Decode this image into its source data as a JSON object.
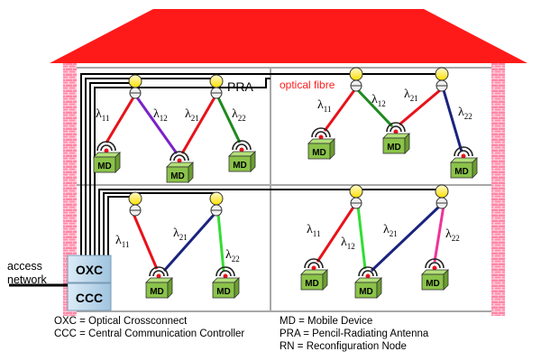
{
  "labels": {
    "pra": "PRA",
    "optical_fibre": "optical fibre",
    "oxc": "OXC",
    "ccc": "CCC",
    "md": "MD",
    "access_line1": "access",
    "access_line2": "network"
  },
  "wavelengths": {
    "r1_a": [
      "11",
      "12",
      "21",
      "22"
    ],
    "r2_a": [
      "11",
      "12",
      "21",
      "22"
    ],
    "r3_a": [
      "11",
      "21",
      "22"
    ],
    "r4_a": [
      "11",
      "12",
      "21",
      "22"
    ]
  },
  "legend": {
    "left": [
      "OXC = Optical Crossconnect",
      "CCC = Central Communication Controller"
    ],
    "right": [
      "MD = Mobile Device",
      "PRA = Pencil-Radiating Antenna",
      "RN = Reconfiguration Node"
    ]
  },
  "colors": {
    "roof": "#ff1a1a",
    "wall": "#ff6f8f",
    "floor": "#b0b0b0",
    "md_box": "#8bc34a",
    "node_fill": "#ffee33",
    "link_red": "#e8121a",
    "link_purple": "#7a22c8",
    "link_green": "#1f8a1f",
    "link_blue": "#1a237e",
    "link_lightgreen": "#33dd33",
    "link_pink": "#ee3399",
    "oxc_box": "#b9d7ea",
    "fibre_label": "#ff2020"
  }
}
